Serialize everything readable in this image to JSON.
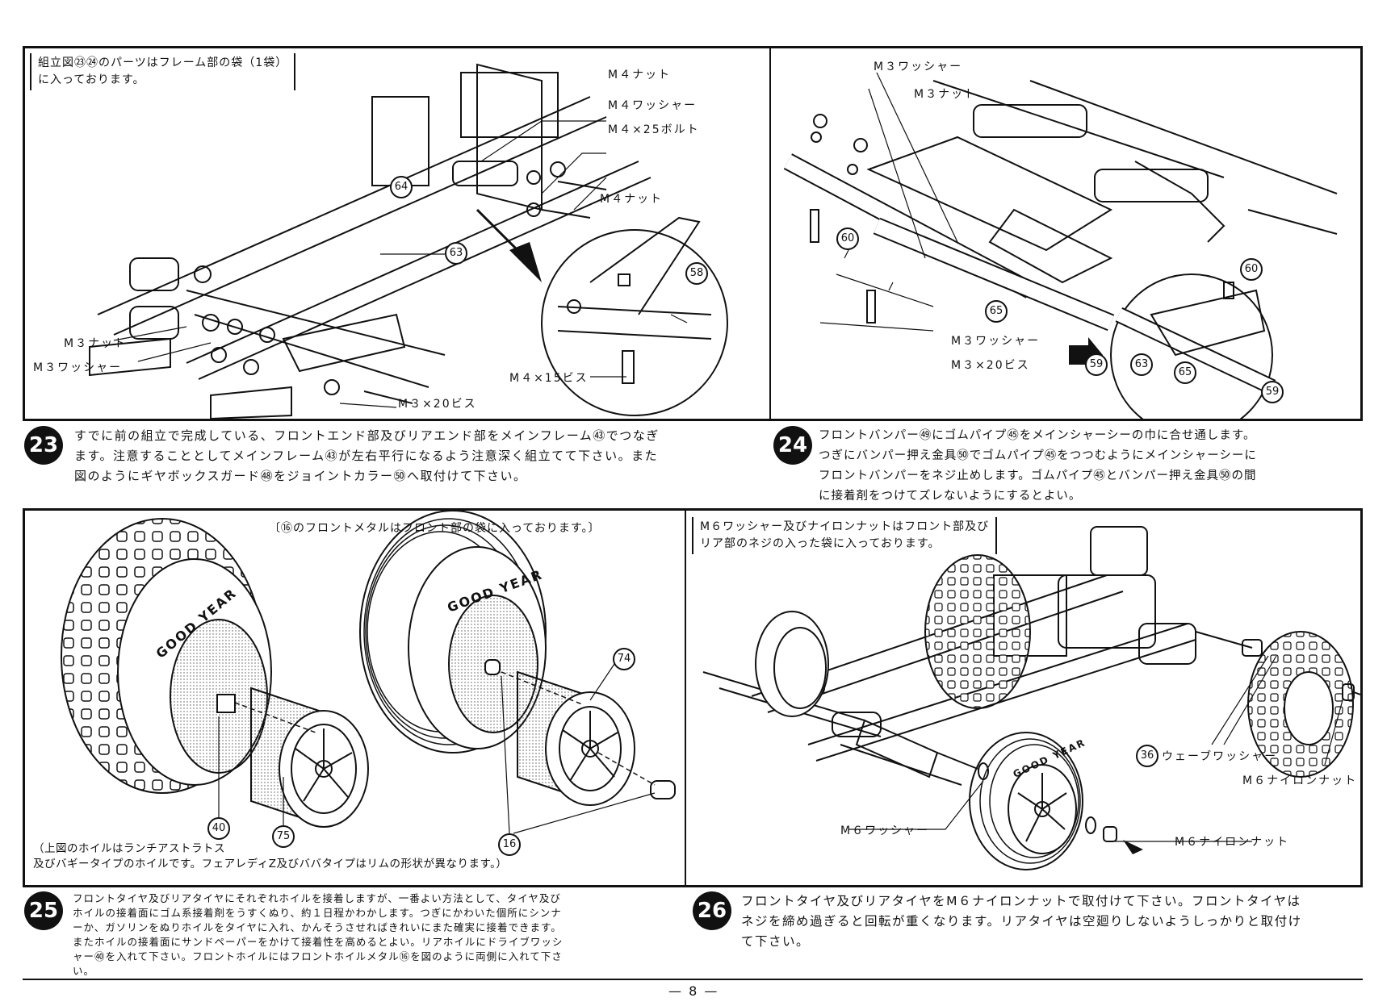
{
  "panel_23": {
    "note": [
      "組立図㉓㉔のパーツはフレーム部の袋（1袋）",
      "に入っております。"
    ],
    "labels": {
      "m4_nut": "M４ナット",
      "m4_washer": "M４ワッシャー",
      "m4_25_bolt": "M４×25ボルト",
      "detail_m4_nut": "M４ナット",
      "m4_15_screw": "M４×15ビス",
      "m3_nut": "M３ナット",
      "m3_washer": "M３ワッシャー",
      "m3_20_screw": "M３×20ビス"
    },
    "parts": {
      "p64": "64",
      "p63": "63",
      "p58": "58"
    }
  },
  "panel_24": {
    "labels": {
      "m3_washer_top": "M３ワッシャー",
      "m3_nut": "M３ナット",
      "m3_washer_bottom": "M３ワッシャー",
      "m3_20_screw": "M３×20ビス"
    },
    "parts": {
      "p60": "60",
      "p65": "65",
      "p59": "59",
      "p63": "63",
      "d60": "60",
      "d65": "65",
      "d59": "59"
    }
  },
  "step_23": {
    "badge": "23",
    "lines": [
      "すでに前の組立で完成している、フロントエンド部及びリアエンド部をメインフレーム㊸でつなぎ",
      "ます。注意することとしてメインフレーム㊸が左右平行になるよう注意深く組立てて下さい。また",
      "図のようにギヤボックスガード㊽をジョイントカラー㊿へ取付けて下さい。"
    ]
  },
  "step_24": {
    "badge": "24",
    "lines": [
      "フロントバンパー㊾にゴムパイプ㊺をメインシャーシーの巾に合せ通します。",
      "つぎにバンパー押え金具㊿でゴムパイプ㊺をつつむようにメインシャーシーに",
      "フロントバンパーをネジ止めします。ゴムパイプ㊺とバンパー押え金具㊿の間",
      "に接着剤をつけてズレないようにするとよい。"
    ]
  },
  "panel_25": {
    "note": "〔⑯のフロントメタルはフロント部の袋に入っております。〕",
    "footnote": [
      "（上図のホイルはランチアストラトス",
      "及びバギータイプのホイルです。フェアレディZ及びババタイプはリムの形状が異なります。）"
    ],
    "tire_text": "GOOD YEAR",
    "parts": {
      "p74": "74",
      "p40": "40",
      "p75": "75",
      "p16": "16"
    }
  },
  "panel_26": {
    "note": [
      "M６ワッシャー及びナイロンナットはフロント部及び",
      "リア部のネジの入った袋に入っております。"
    ],
    "labels": {
      "wave_washer": "ウェーブワッシャー",
      "wave_washer_num": "36",
      "m6_nylon_nut_rear": "M６ナイロンナット",
      "m6_washer": "M６ワッシャー",
      "m6_nylon_nut_front": "M６ナイロンナット"
    },
    "tire_text": "GOOD YEAR"
  },
  "step_25": {
    "badge": "25",
    "lines": [
      "フロントタイヤ及びリアタイヤにそれぞれホイルを接着しますが、一番よい方法として、タイヤ及び",
      "ホイルの接着面にゴム系接着剤をうすくぬり、約１日程かわかします。つぎにかわいた個所にシンナ",
      "ーか、ガソリンをぬりホイルをタイヤに入れ、かんそうさせればきれいにまた確実に接着できます。",
      "またホイルの接着面にサンドペーパーをかけて接着性を高めるとよい。リアホイルにドライブワッシ",
      "ャー㊵を入れて下さい。フロントホイルにはフロントホイルメタル⑯を図のように両側に入れて下さ",
      "い。"
    ]
  },
  "step_26": {
    "badge": "26",
    "lines": [
      "フロントタイヤ及びリアタイヤをM６ナイロンナットで取付けて下さい。フロントタイヤは",
      "ネジを締め過ぎると回転が重くなります。リアタイヤは空廻りしないようしっかりと取付け",
      "て下さい。"
    ]
  },
  "page_number": "— 8 —"
}
